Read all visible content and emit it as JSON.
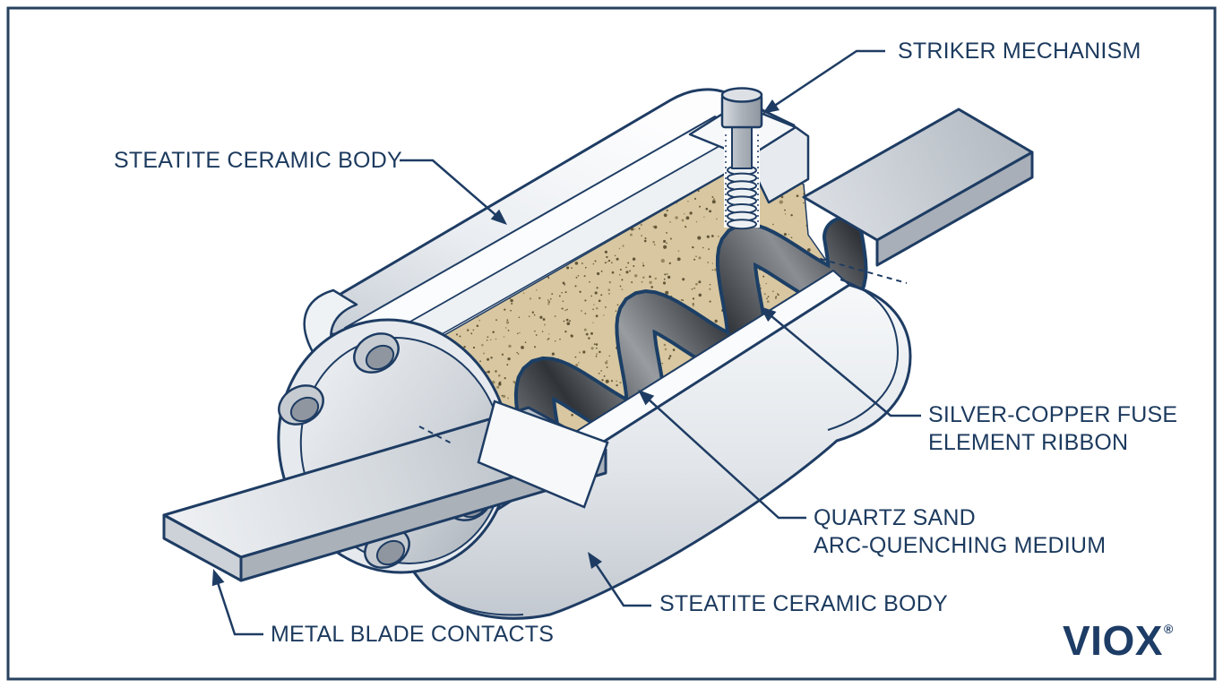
{
  "diagram": {
    "labels": {
      "striker_mechanism": {
        "text": "STRIKER MECHANISM"
      },
      "steatite_ceramic_body_top": {
        "text": "STEATITE CERAMIC BODY"
      },
      "silver_copper_fuse_element_ribbon": {
        "lines": [
          "SILVER-COPPER FUSE",
          "ELEMENT RIBBON"
        ]
      },
      "quartz_sand_arc_quenching_medium": {
        "lines": [
          "QUARTZ SAND",
          "ARC-QUENCHING MEDIUM"
        ]
      },
      "steatite_ceramic_body_bottom": {
        "text": "STEATITE CERAMIC BODY"
      },
      "metal_blade_contacts": {
        "text": "METAL BLADE CONTACTS"
      }
    },
    "logo": {
      "text": "VIOX",
      "mark": "®"
    },
    "colors": {
      "line_navy": "#1e3c63",
      "text_navy": "#1c3a5e",
      "background": "#ffffff",
      "ceramic_white": "#f8fafc",
      "body_shadow": "#b9bfc7",
      "sand": "#d8c7a0",
      "sand_speckle_dark": "#4f4226",
      "sand_speckle_mid": "#8a7a52",
      "ribbon_dark": "#34383d",
      "ribbon_light": "#96999e",
      "logo_navy": "#1d3c66"
    }
  }
}
